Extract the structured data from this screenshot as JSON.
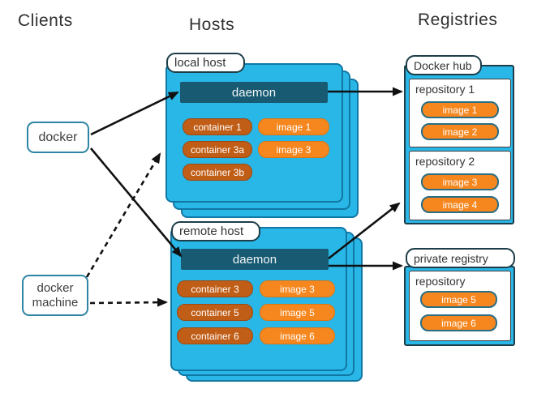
{
  "headers": {
    "clients": "Clients",
    "hosts": "Hosts",
    "registries": "Registries"
  },
  "clients": {
    "docker": {
      "label": "docker"
    },
    "docker_machine": {
      "line1": "docker",
      "line2": "machine"
    }
  },
  "hosts": {
    "local": {
      "label": "local host",
      "daemon": "daemon",
      "containers": [
        "container 1",
        "container 3a",
        "container 3b"
      ],
      "images": [
        "image 1",
        "image 3"
      ]
    },
    "remote": {
      "label": "remote host",
      "daemon": "daemon",
      "containers": [
        "container 3",
        "container 5",
        "container 6"
      ],
      "images": [
        "image 3",
        "image 5",
        "image 6"
      ]
    }
  },
  "registries": {
    "docker_hub": {
      "label": "Docker hub",
      "repo1": {
        "name": "repository 1",
        "images": [
          "image 1",
          "image 2"
        ]
      },
      "repo2": {
        "name": "repository 2",
        "images": [
          "image 3",
          "image 4"
        ]
      }
    },
    "private": {
      "label": "private registry",
      "repo": {
        "name": "repository",
        "images": [
          "image 5",
          "image 6"
        ]
      }
    }
  },
  "colors": {
    "host_fill": "#29b7e8",
    "host_border": "#1177a3",
    "daemon_fill": "#175a72",
    "container_fill": "#c05e17",
    "image_fill": "#f6871f",
    "registry_pill_border": "#2a6e84",
    "label_border": "#1d3e49",
    "client_border": "#2e85a3",
    "arrow": "#111111"
  }
}
